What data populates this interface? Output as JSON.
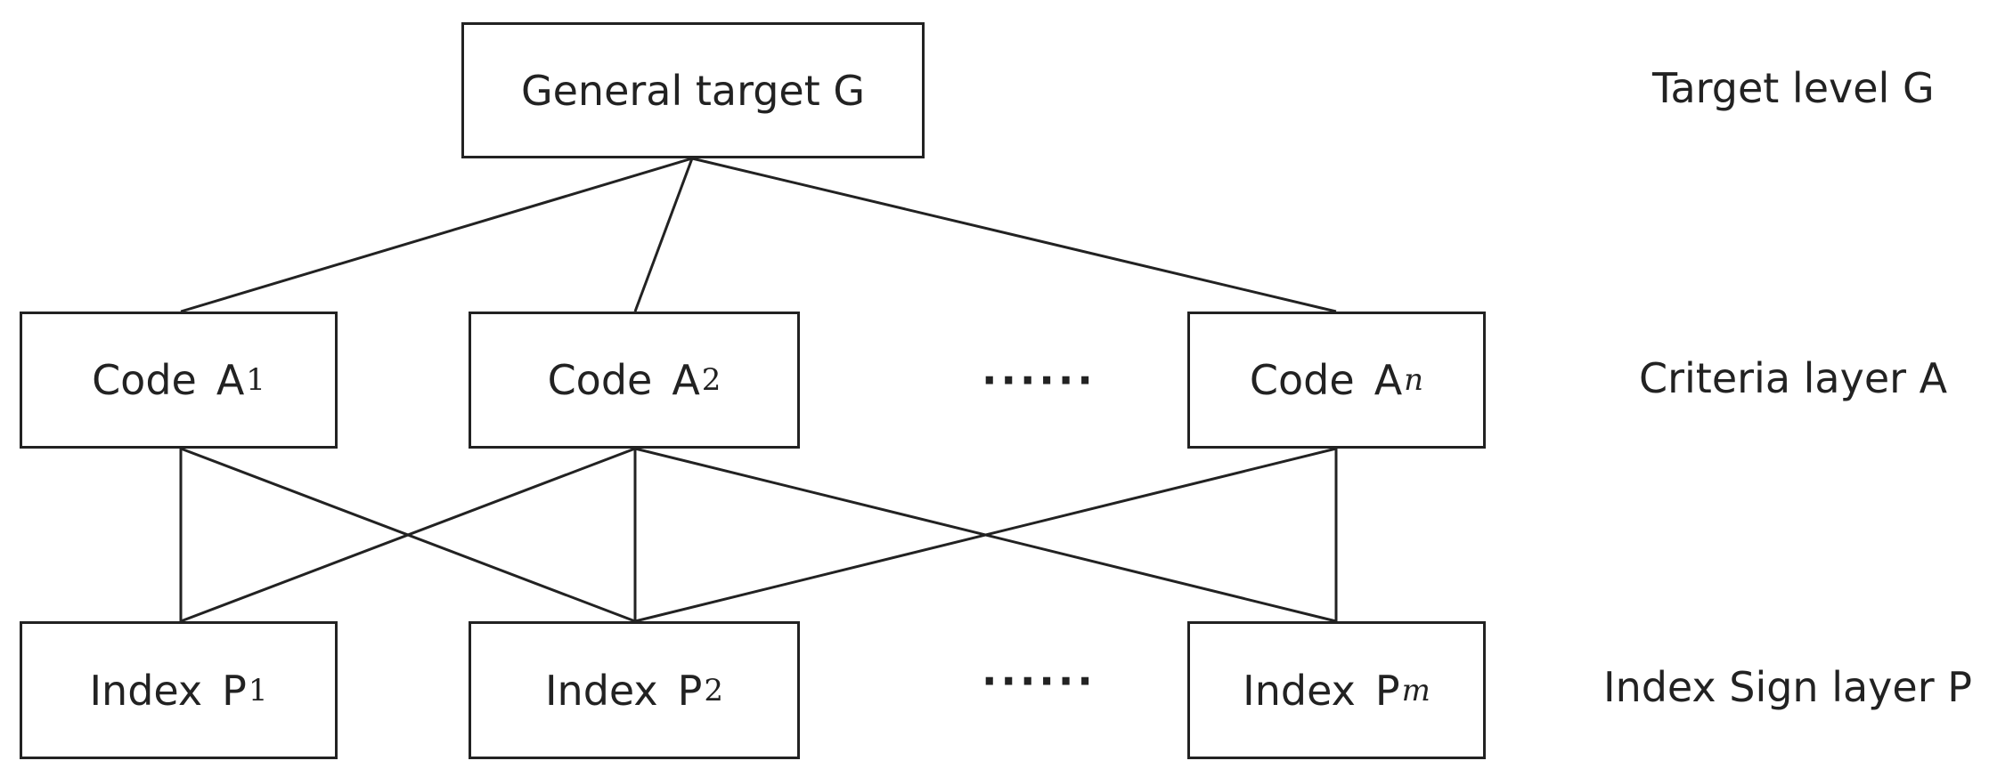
{
  "nodes": {
    "goal": {
      "text": "General target G"
    },
    "criteria": [
      {
        "prefix": "Code",
        "letter": "A",
        "sub": "1"
      },
      {
        "prefix": "Code",
        "letter": "A",
        "sub": "2"
      },
      {
        "prefix": "Code",
        "letter": "A",
        "sub": "n"
      }
    ],
    "indices": [
      {
        "prefix": "Index",
        "letter": "P",
        "sub": "1"
      },
      {
        "prefix": "Index",
        "letter": "P",
        "sub": "2"
      },
      {
        "prefix": "Index",
        "letter": "P",
        "sub": "m"
      }
    ],
    "criteria_ellipsis": "······",
    "index_ellipsis": "······"
  },
  "levels": {
    "target": "Target level G",
    "criteria": "Criteria layer A",
    "index": "Index Sign layer  P"
  },
  "edges": [
    {
      "from": "goal",
      "to": "criteria.0"
    },
    {
      "from": "goal",
      "to": "criteria.1"
    },
    {
      "from": "goal",
      "to": "criteria.2"
    },
    {
      "from": "criteria.0",
      "to": "indices.0"
    },
    {
      "from": "criteria.0",
      "to": "indices.1"
    },
    {
      "from": "criteria.1",
      "to": "indices.0"
    },
    {
      "from": "criteria.1",
      "to": "indices.1"
    },
    {
      "from": "criteria.1",
      "to": "indices.2"
    },
    {
      "from": "criteria.2",
      "to": "indices.1"
    },
    {
      "from": "criteria.2",
      "to": "indices.2"
    }
  ],
  "colors": {
    "stroke": "#222222",
    "background": "#ffffff",
    "text": "#222222"
  }
}
